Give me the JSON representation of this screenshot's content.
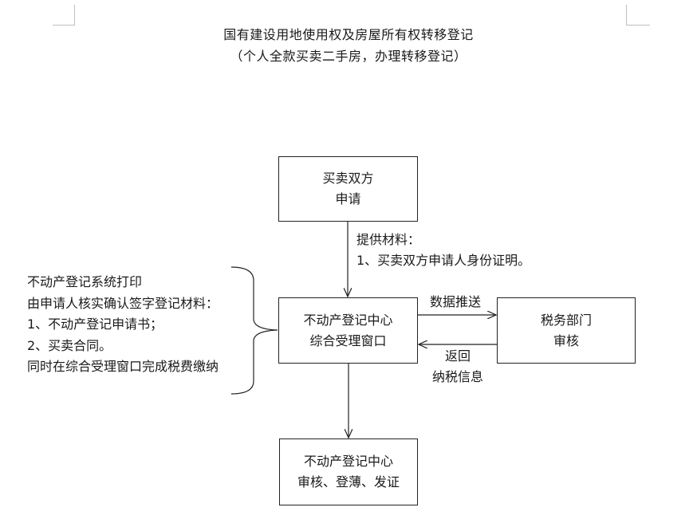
{
  "title": {
    "main": "国有建设用地使用权及房屋所有权转移登记",
    "sub": "（个人全款买卖二手房，办理转移登记）"
  },
  "nodes": {
    "apply": {
      "line1": "买卖双方",
      "line2": "申请"
    },
    "window": {
      "line1": "不动产登记中心",
      "line2": "综合受理窗口"
    },
    "tax": {
      "line1": "税务部门",
      "line2": "审核"
    },
    "final": {
      "line1": "不动产登记中心",
      "line2": "审核、登薄、发证"
    }
  },
  "edges": {
    "materials": {
      "line1": "提供材料：",
      "line2": "1、买卖双方申请人身份证明。"
    },
    "push": "数据推送",
    "return": {
      "line1": "返回",
      "line2": "纳税信息"
    }
  },
  "notes": [
    "不动产登记系统打印",
    "由申请人核实确认签字登记材料：",
    "1、不动产登记申请书；",
    "2、买卖合同。",
    "同时在综合受理窗口完成税费缴纳"
  ],
  "colors": {
    "line": "#222222",
    "crop_mark": "#bfbfbf"
  }
}
